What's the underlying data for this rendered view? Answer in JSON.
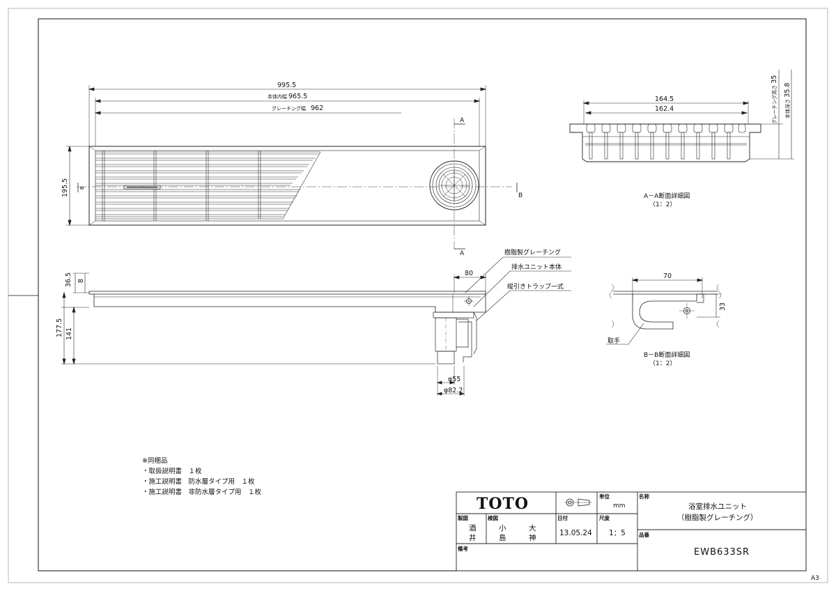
{
  "sheet_size": "A3",
  "plan_view": {
    "dims": {
      "overall_length": "995.5",
      "inner_width_label": "本体内幅",
      "inner_width": "965.5",
      "grating_width_label": "グレーチング幅",
      "grating_width": "962",
      "height": "195.5"
    },
    "section_markers": {
      "a_top": "A",
      "a_bottom": "A",
      "b_right": "B",
      "b_left": "B"
    }
  },
  "side_view": {
    "dims": {
      "top_overall": "36.5",
      "top_plate": "8",
      "total_depth": "177.5",
      "lower_depth": "141",
      "unit_width": "80",
      "diameter_inner": "φ55",
      "diameter_outer": "φ82.2"
    },
    "callouts": [
      "樹脂製グレーチング",
      "排水ユニット本体",
      "縦引きトラップ一式"
    ]
  },
  "section_aa": {
    "dims": {
      "width_outer": "164.5",
      "width_inner": "162.4",
      "grating_height_label": "グレーチング高さ",
      "grating_height": "35",
      "body_depth_label": "本体深さ",
      "body_depth": "35.8"
    },
    "title": "A－A断面詳細図",
    "scale": "（1：2）"
  },
  "section_bb": {
    "dims": {
      "width": "70",
      "height": "33"
    },
    "handle_label": "取手",
    "title": "B－B断面詳細図",
    "scale": "（1：2）"
  },
  "notes": {
    "heading": "※同梱品",
    "items": [
      "・取扱説明書　１枚",
      "・施工説明書　防水層タイプ用　１枚",
      "・施工説明書　非防水層タイプ用　１枚"
    ]
  },
  "title_block": {
    "logo": "TOTO",
    "unit_label": "単位",
    "unit": "mm",
    "name_label": "名称",
    "name_line1": "浴室排水ユニット",
    "name_line2": "（樹脂製グレーチング）",
    "drawn_label": "製図",
    "drawn_by": [
      "酒",
      "井"
    ],
    "checked_label": "検図",
    "checked_by": [
      "小",
      "島",
      "大",
      "神"
    ],
    "date_label": "日付",
    "date": "13.05.24",
    "scale_label": "尺度",
    "scale": "1：5",
    "part_no_label": "品番",
    "part_no": "EWB633SR",
    "remarks_label": "備考"
  }
}
